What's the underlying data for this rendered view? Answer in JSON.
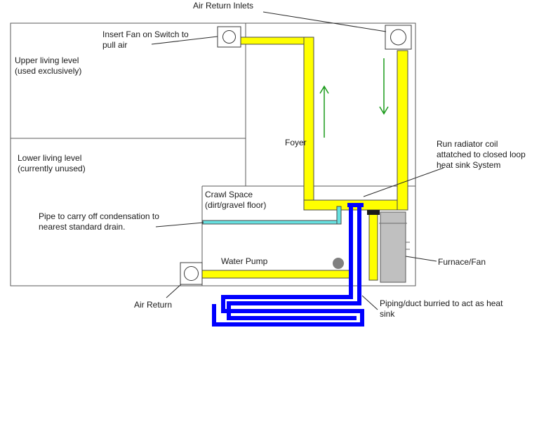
{
  "colors": {
    "background": "#ffffff",
    "wall": "#5a5a5a",
    "duct": "#ffff00",
    "duct_edge": "#4a4a4a",
    "water_pipe": "#0000ff",
    "condensation_pipe": "#66e0e0",
    "furnace": "#c0c0c0",
    "pump": "#808080",
    "arrow": "#1a9a1a",
    "text": "#1a1a1a"
  },
  "labels": {
    "air_return_inlets": "Air Return Inlets",
    "insert_fan": [
      "Insert Fan on Switch to",
      "pull air"
    ],
    "upper_level": [
      "Upper living level",
      "(used exclusively)"
    ],
    "lower_level": [
      "Lower living level",
      "(currently unused)"
    ],
    "foyer": "Foyer",
    "radiator_coil": [
      "Run radiator coil",
      "attatched to closed loop",
      "heat sink System"
    ],
    "crawl_space": [
      "Crawl Space",
      "(dirt/gravel floor)"
    ],
    "condensation_pipe": [
      "Pipe to carry off condensation to",
      "nearest standard drain."
    ],
    "water_pump": "Water Pump",
    "furnace_fan": "Furnace/Fan",
    "air_return": "Air Return",
    "piping_duct": [
      "Piping/duct burried to act as heat",
      "sink"
    ]
  },
  "icons": [
    "vent-icon",
    "pump-icon",
    "furnace-icon",
    "airflow-arrow-icon"
  ]
}
